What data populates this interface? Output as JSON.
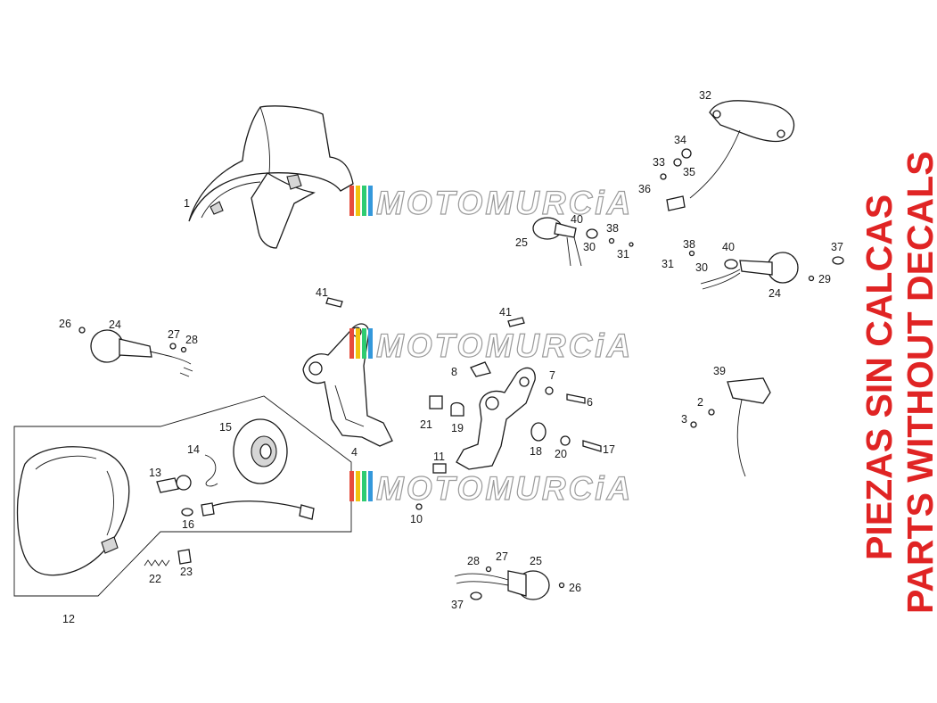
{
  "watermark": {
    "text": "MOTOMURCiA",
    "colors": [
      "#e74c3c",
      "#f1c40f",
      "#2ecc71",
      "#3498db"
    ]
  },
  "notice": {
    "line1": "PIEZAS SIN CALCAS",
    "line2": "PARTS WITHOUT DECALS",
    "color": "#e02424"
  },
  "callouts": {
    "c1": "1",
    "c2": "2",
    "c3": "3",
    "c4": "4",
    "c6": "6",
    "c7": "7",
    "c8": "8",
    "c10": "10",
    "c11": "11",
    "c12": "12",
    "c13": "13",
    "c14": "14",
    "c15": "15",
    "c16": "16",
    "c17": "17",
    "c18": "18",
    "c19": "19",
    "c20": "20",
    "c21": "21",
    "c22": "22",
    "c23": "23",
    "c24a": "24",
    "c24b": "24",
    "c25a": "25",
    "c25b": "25",
    "c26a": "26",
    "c26b": "26",
    "c27a": "27",
    "c27b": "27",
    "c28a": "28",
    "c28b": "28",
    "c29": "29",
    "c30a": "30",
    "c30b": "30",
    "c31a": "31",
    "c31b": "31",
    "c32": "32",
    "c33": "33",
    "c34": "34",
    "c35": "35",
    "c36": "36",
    "c37a": "37",
    "c37b": "37",
    "c38a": "38",
    "c38b": "38",
    "c39": "39",
    "c40a": "40",
    "c40b": "40",
    "c41a": "41",
    "c41b": "41"
  }
}
